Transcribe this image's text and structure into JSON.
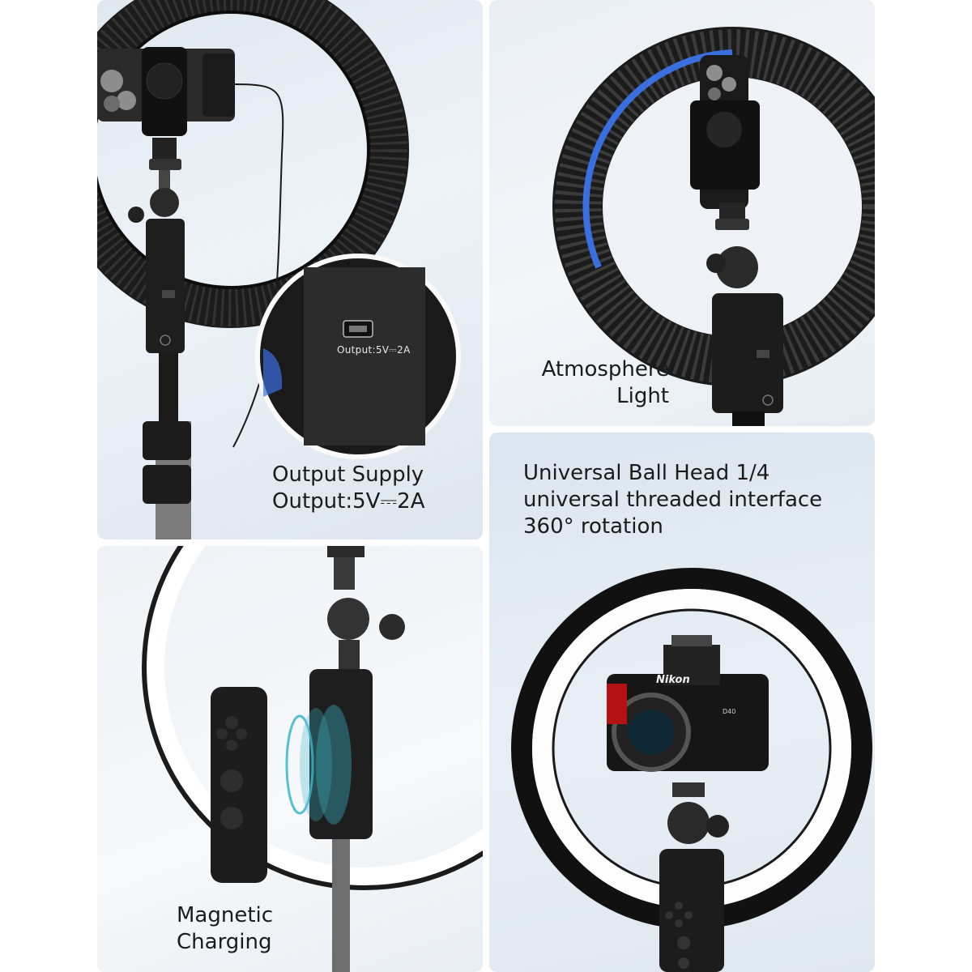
{
  "panels": {
    "output": {
      "caption_line1": "Output Supply",
      "caption_line2": "Output:5V⎓2A",
      "port_label": "Output:5V⎓2A",
      "small_port_text": "Output 5V⎓2A"
    },
    "atmosphere": {
      "caption_line1": "Atmosphere",
      "caption_line2": "Light",
      "accent_color": "#3a6fe0"
    },
    "magnetic": {
      "caption_line1": "Magnetic",
      "caption_line2": "Charging",
      "field_color": "#3bb7c9"
    },
    "ballhead": {
      "caption_line1": "Universal Ball Head 1/4",
      "caption_line2": "universal threaded interface",
      "caption_line3": "360° rotation",
      "camera_brand": "Nikon",
      "camera_model": "D40"
    }
  },
  "icons": [
    "ring-light-icon",
    "phone-clamp-icon",
    "ball-head-icon",
    "remote-control-icon",
    "power-icon",
    "camera-shutter-icon",
    "usb-port-icon",
    "magnetic-field-icon"
  ]
}
